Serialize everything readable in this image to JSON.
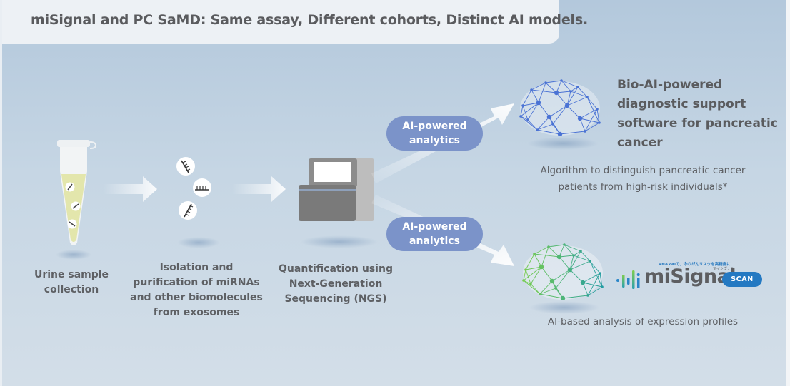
{
  "header": {
    "title": "miSignal and PC SaMD: Same assay, Different cohorts, Distinct AI models."
  },
  "steps": [
    {
      "id": "urine",
      "icon": "test-tube-icon",
      "label_lines": [
        "Urine sample",
        "collection"
      ]
    },
    {
      "id": "isolation",
      "icon": "mirna-molecules-icon",
      "label_lines": [
        "Isolation and",
        "purification of miRNAs",
        "and other biomolecules",
        "from exosomes"
      ]
    },
    {
      "id": "ngs",
      "icon": "sequencer-icon",
      "label_lines": [
        "Quantification using",
        "Next-Generation",
        "Sequencing (NGS)"
      ]
    }
  ],
  "branches": [
    {
      "id": "pc-samd",
      "pill_lines": [
        "AI-powered",
        "analytics"
      ],
      "brain_icon": "neural-brain-blue-icon",
      "brain_color": "#4a72d4",
      "title_lines": [
        "Bio-AI-powered",
        "diagnostic support",
        "software for pancreatic",
        "cancer"
      ],
      "description_lines": [
        "Algorithm to distinguish pancreatic cancer",
        "patients from high-risk individuals*"
      ]
    },
    {
      "id": "misignal",
      "pill_lines": [
        "AI-powered",
        "analytics"
      ],
      "brain_icon": "neural-brain-green-icon",
      "brain_color_start": "#7ccf4a",
      "brain_color_end": "#1f9aa6",
      "logo": {
        "tagline": "RNA×AIで、今のがんリスクを高精度に",
        "kana": "マイシグナル",
        "wordmark": "miSignal",
        "badge": "SCAN"
      },
      "description_lines": [
        "AI-based analysis of expression profiles"
      ]
    }
  ],
  "colors": {
    "pill": "#7b93c9",
    "scan_badge": "#2479c2",
    "text": "#5e6064"
  }
}
